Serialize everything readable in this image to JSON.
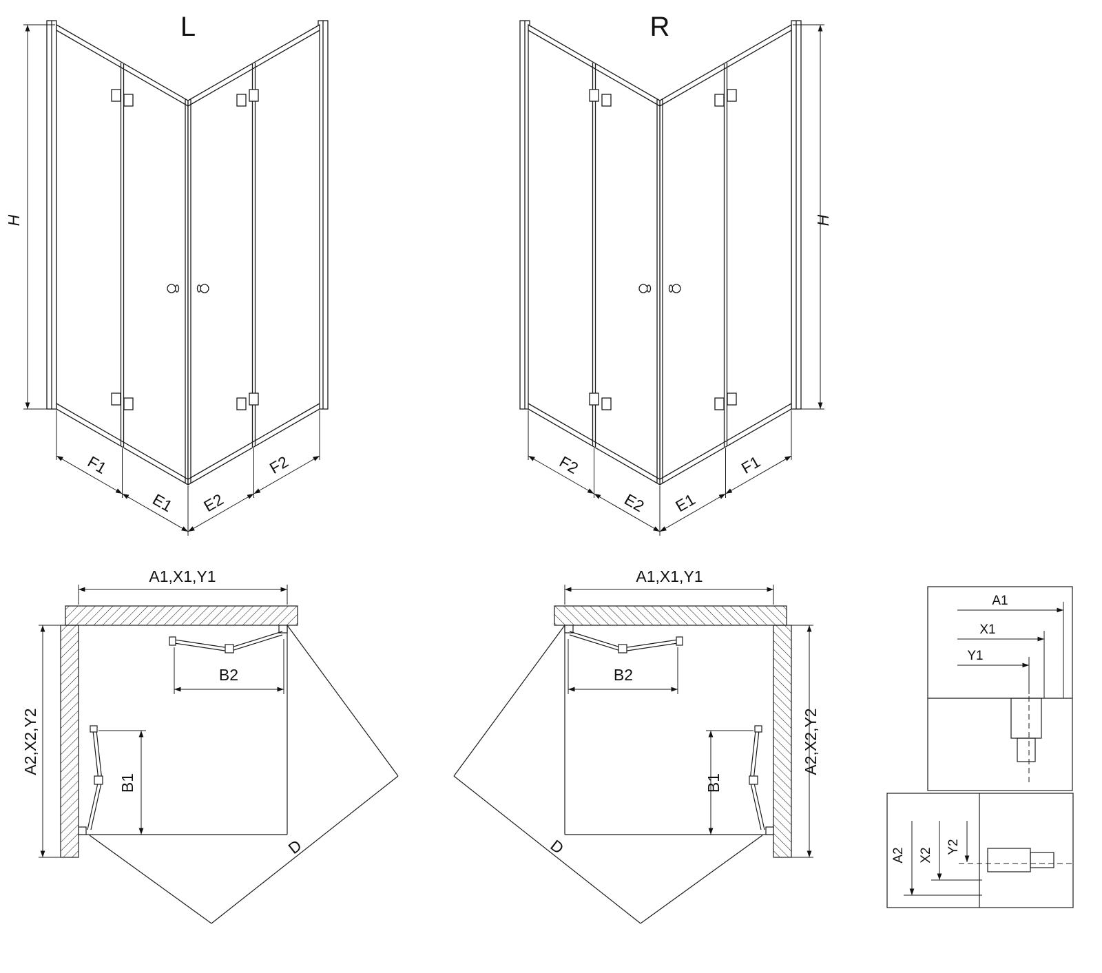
{
  "perspective_left": {
    "label": "L",
    "height_label": "H",
    "left_face_dims": [
      "F1",
      "E1"
    ],
    "right_face_dims": [
      "E2",
      "F2"
    ]
  },
  "perspective_right": {
    "label": "R",
    "height_label": "H",
    "left_face_dims": [
      "F2",
      "E2"
    ],
    "right_face_dims": [
      "E1",
      "F1"
    ]
  },
  "plan_left": {
    "width_dim_label": "A1,X1,Y1",
    "depth_dim_label": "A2,X2,Y2",
    "top_door_dim_label": "B2",
    "side_door_dim_label": "B1",
    "diagonal_dim_label": "D"
  },
  "plan_right": {
    "width_dim_label": "A1,X1,Y1",
    "depth_dim_label": "A2,X2,Y2",
    "top_door_dim_label": "B2",
    "side_door_dim_label": "B1",
    "diagonal_dim_label": "D"
  },
  "detail_width": {
    "dim_labels": [
      "A1",
      "X1",
      "Y1"
    ]
  },
  "detail_depth": {
    "dim_labels": [
      "A2",
      "X2",
      "Y2"
    ]
  }
}
